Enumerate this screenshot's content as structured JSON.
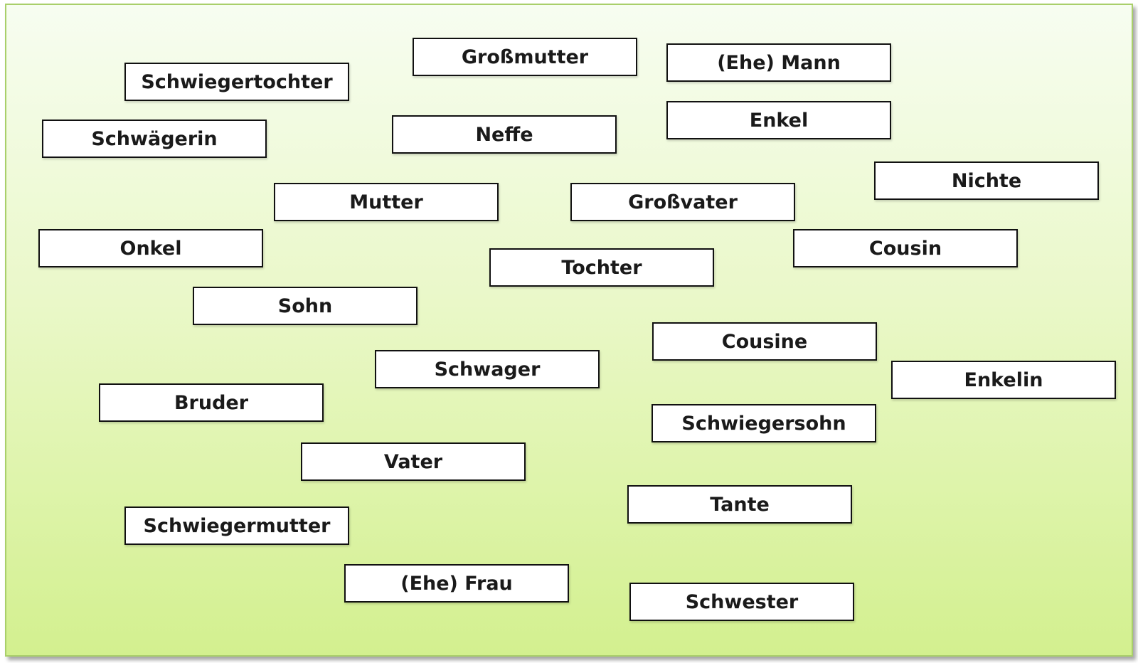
{
  "cards": [
    "Großmutter",
    "(Ehe) Mann",
    "Schwiegertochter",
    "Enkel",
    "Schwägerin",
    "Neffe",
    "Nichte",
    "Mutter",
    "Großvater",
    "Onkel",
    "Cousin",
    "Tochter",
    "Sohn",
    "Cousine",
    "Schwager",
    "Enkelin",
    "Bruder",
    "Schwiegersohn",
    "Vater",
    "Tante",
    "Schwiegermutter",
    "(Ehe) Frau",
    "Schwester"
  ]
}
